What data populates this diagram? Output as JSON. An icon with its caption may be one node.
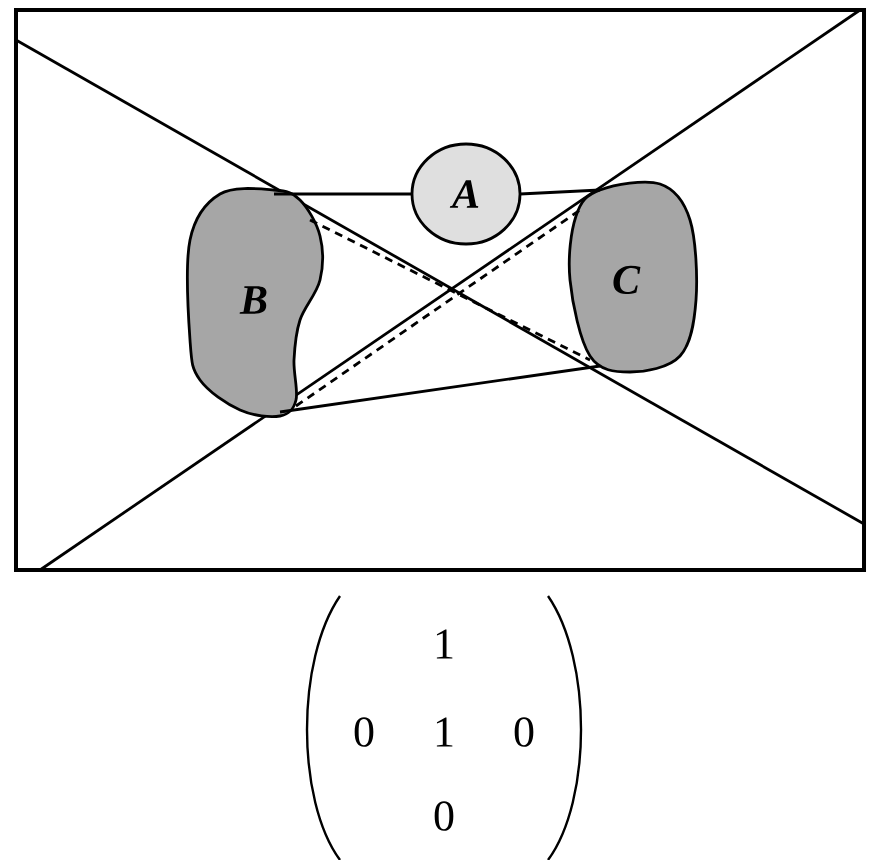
{
  "diagram": {
    "nodes": [
      {
        "text": [
          "A"
        ]
      },
      {
        "text": [
          "B"
        ]
      },
      {
        "text": [
          "C"
        ]
      }
    ],
    "edges": [
      {
        "from": 1,
        "to": 0,
        "arrow": "none"
      },
      {
        "from": 0,
        "to": 2,
        "arrow": "none"
      },
      {
        "from": 1,
        "to": 2,
        "arrow": "none"
      },
      {
        "from": 1,
        "to": 2,
        "arrow": "none",
        "style": "dashed"
      },
      {
        "from": 1,
        "to": 2,
        "arrow": "none",
        "style": "dashed"
      }
    ],
    "labels": [
      "1",
      "0",
      "1",
      "0",
      "0"
    ]
  }
}
